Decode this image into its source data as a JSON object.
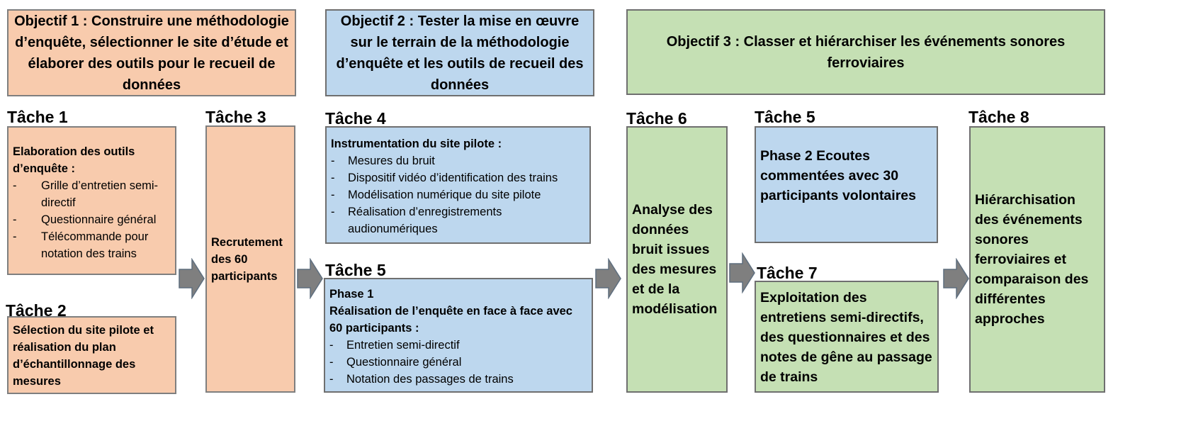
{
  "objectives": [
    {
      "text": "Objectif 1 : Construire une méthodologie d’enquête, sélectionner le site d’étude et élaborer des outils pour le recueil de données"
    },
    {
      "text": "Objectif 2 : Tester la mise en œuvre sur le terrain de la méthodologie d’enquête et les outils de recueil des données"
    },
    {
      "text": "Objectif 3 : Classer et hiérarchiser les événements sonores ferroviaires"
    }
  ],
  "tasks": {
    "t1": {
      "title": "Tâche 1",
      "header": "Elaboration des outils d’enquête :",
      "items": [
        "Grille d’entretien semi-directif",
        "Questionnaire général",
        "Télécommande pour notation des trains"
      ]
    },
    "t2": {
      "title": "Tâche 2",
      "text": "Sélection du site pilote et réalisation du plan d’échantillonnage des mesures"
    },
    "t3": {
      "title": "Tâche 3",
      "text": "Recrutement des 60 participants"
    },
    "t4": {
      "title": "Tâche 4",
      "header": "Instrumentation  du site pilote :",
      "items": [
        "Mesures du bruit",
        "Dispositif vidéo d’identification des trains",
        "Modélisation numérique du site pilote",
        "Réalisation d’enregistrements audionumériques"
      ]
    },
    "t5a": {
      "title": "Tâche 5",
      "phase": "Phase 1",
      "header": "Réalisation de l’enquête en face à face avec 60 participants :",
      "items": [
        "Entretien semi-directif",
        "Questionnaire général",
        "Notation des passages de trains"
      ]
    },
    "t6": {
      "title": "Tâche 6",
      "text": "Analyse des données bruit issues des mesures et de la modélisation"
    },
    "t5b": {
      "title": "Tâche 5",
      "text": "Phase 2 Ecoutes commentées avec 30 participants volontaires"
    },
    "t7": {
      "title": "Tâche 7",
      "text": "Exploitation des entretiens semi-directifs, des questionnaires et des notes de gêne au passage de trains"
    },
    "t8": {
      "title": "Tâche 8",
      "text": "Hiérarchisation des événements sonores ferroviaires et comparaison des différentes approches"
    }
  },
  "colors": {
    "orange": "#f8cbad",
    "blue": "#bdd7ee",
    "green": "#c5e0b4",
    "arrow": "#7f7f7f"
  }
}
